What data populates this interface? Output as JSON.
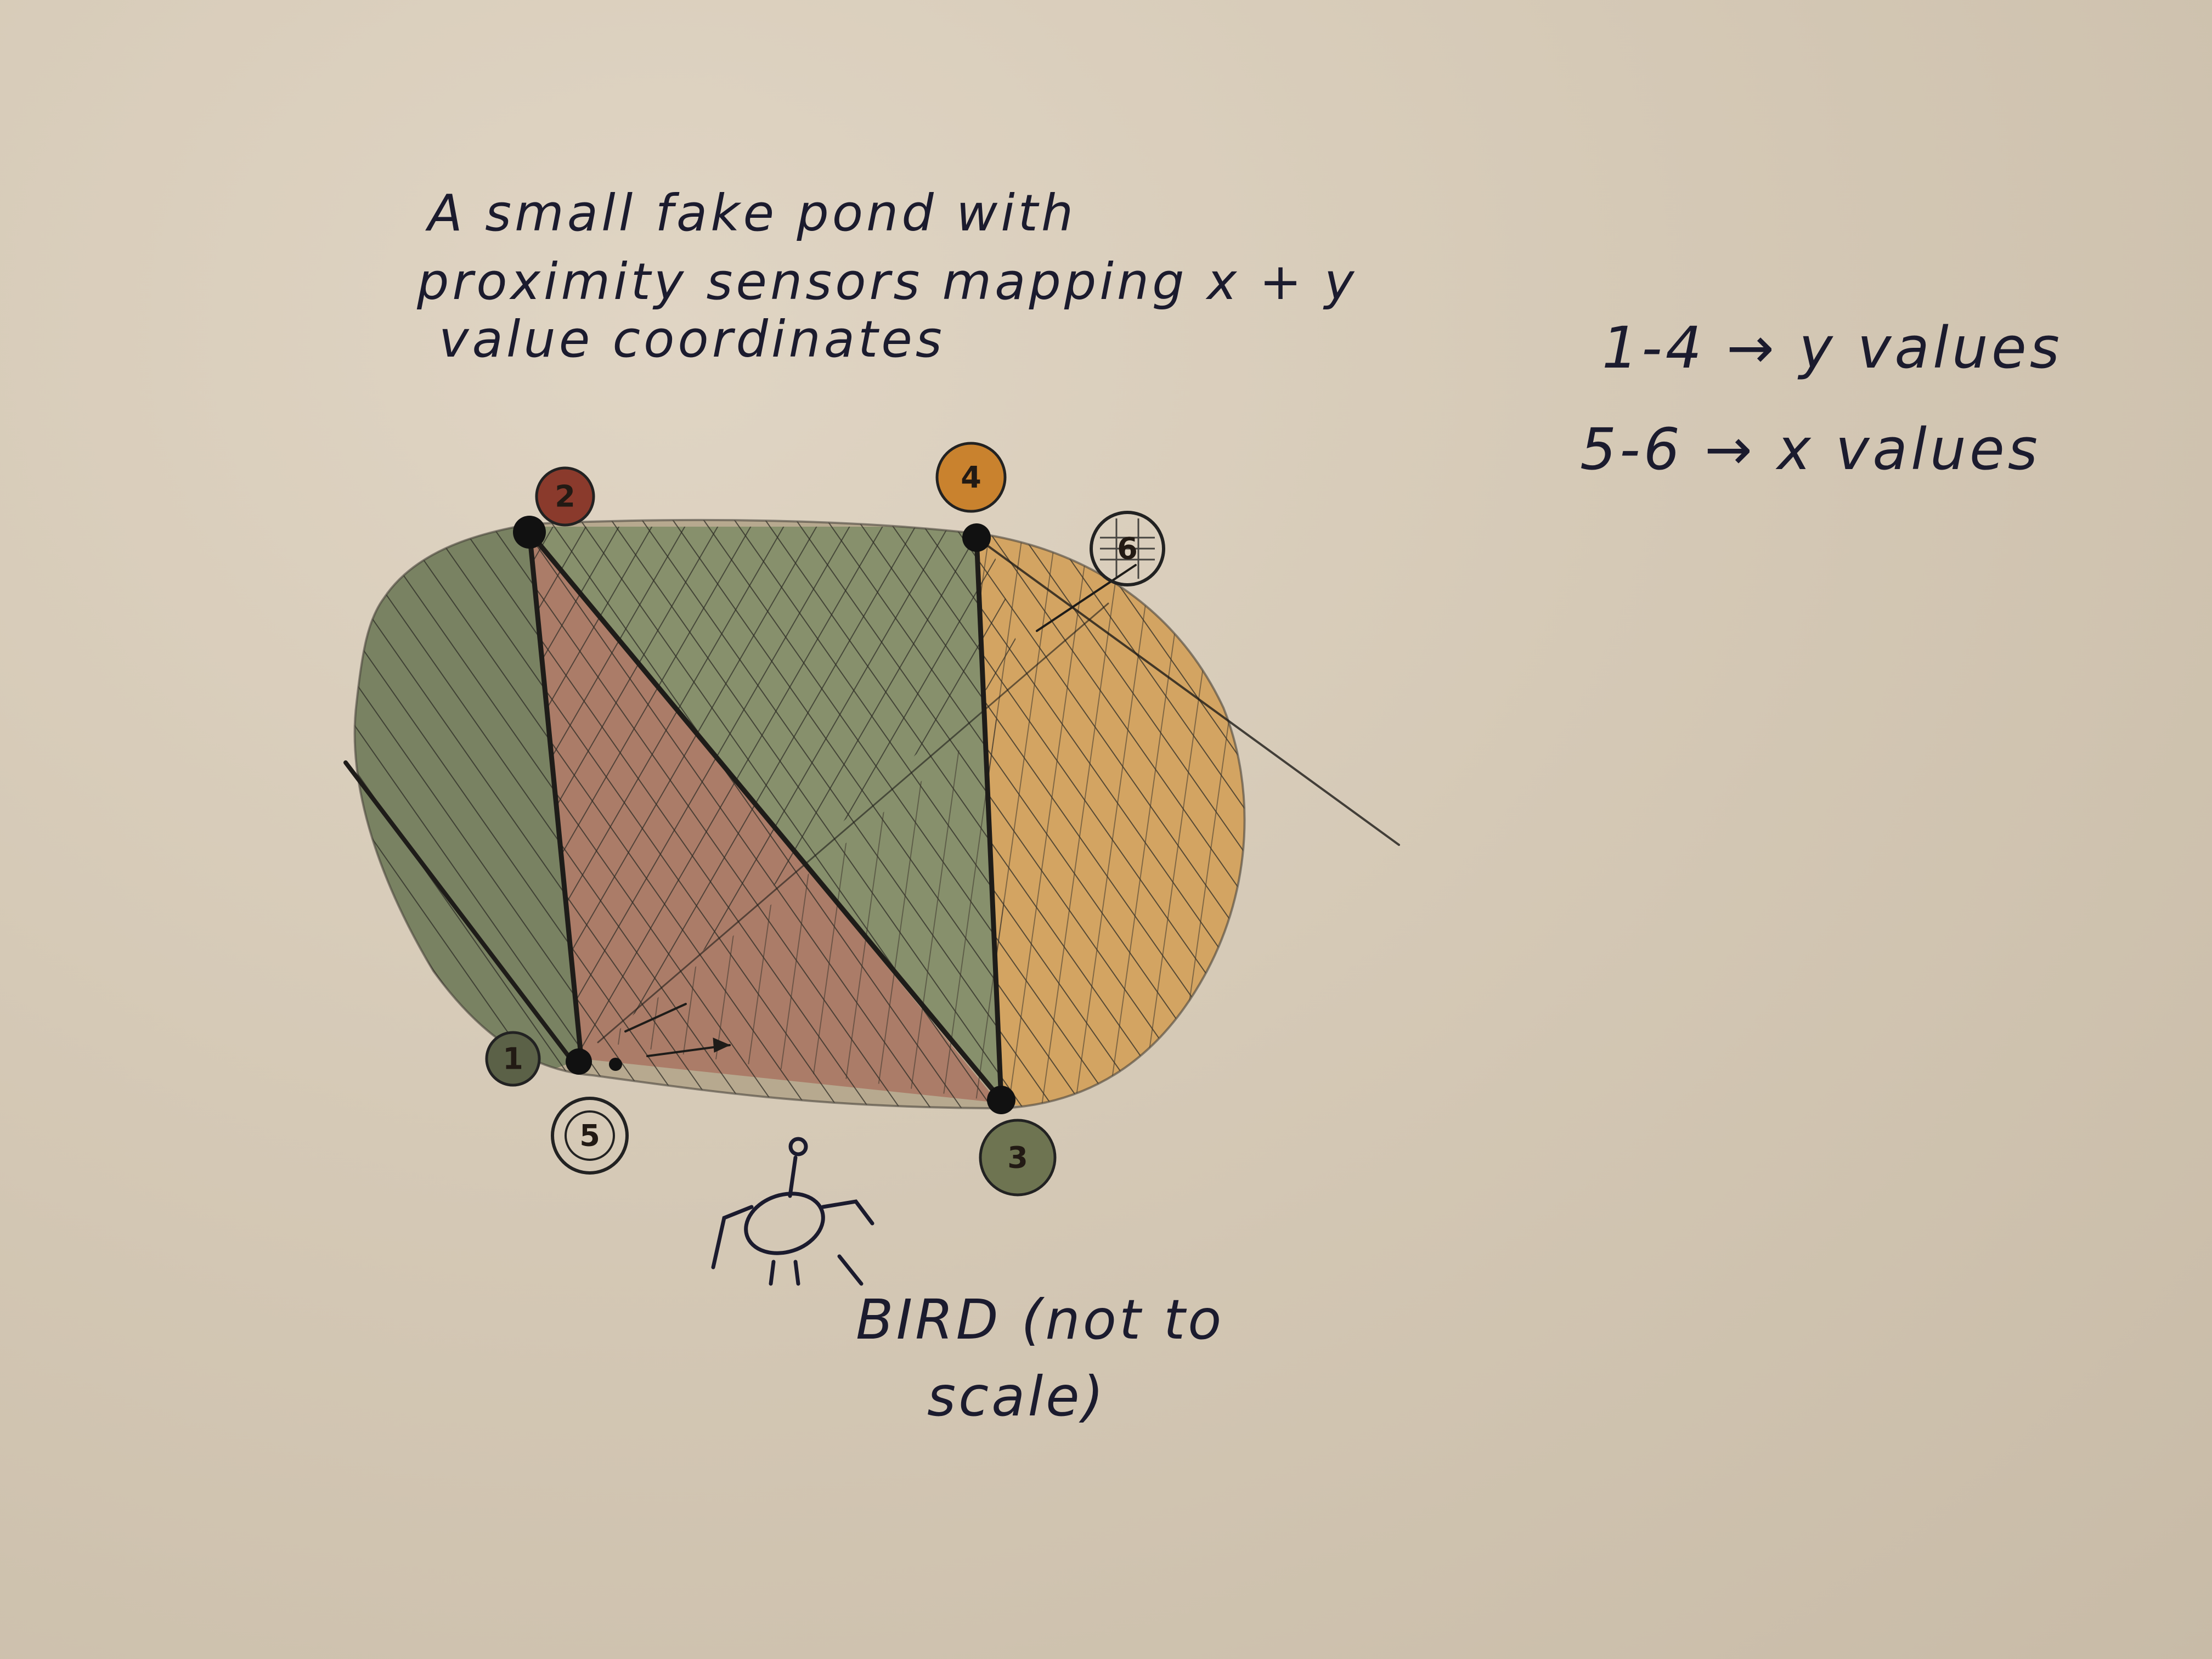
{
  "title": {
    "line1": "A small fake pond with",
    "line2": "proximity sensors mapping x + y",
    "line3": "value coordinates"
  },
  "notes": {
    "line1": "1-4 → y values",
    "line2": "5-6 → x values"
  },
  "sensors": [
    {
      "id": "1",
      "label": "1",
      "color": "#5b6147",
      "role": "y"
    },
    {
      "id": "2",
      "label": "2",
      "color": "#8a3a2c",
      "role": "y"
    },
    {
      "id": "3",
      "label": "3",
      "color": "#6e7451",
      "role": "y"
    },
    {
      "id": "4",
      "label": "4",
      "color": "#c9822e",
      "role": "y"
    },
    {
      "id": "5",
      "label": "5",
      "color": "none",
      "role": "x"
    },
    {
      "id": "6",
      "label": "6",
      "color": "none",
      "role": "x"
    }
  ],
  "bird": {
    "caption_line1": "BIRD (not to",
    "caption_line2": "scale)"
  },
  "colors": {
    "ink": "#1b1b2e",
    "pencil": "#3a3630",
    "green_zone": "#7f8c66",
    "red_zone": "#a8705e",
    "orange_zone": "#d8a35a",
    "paper": "#d6cab8"
  }
}
